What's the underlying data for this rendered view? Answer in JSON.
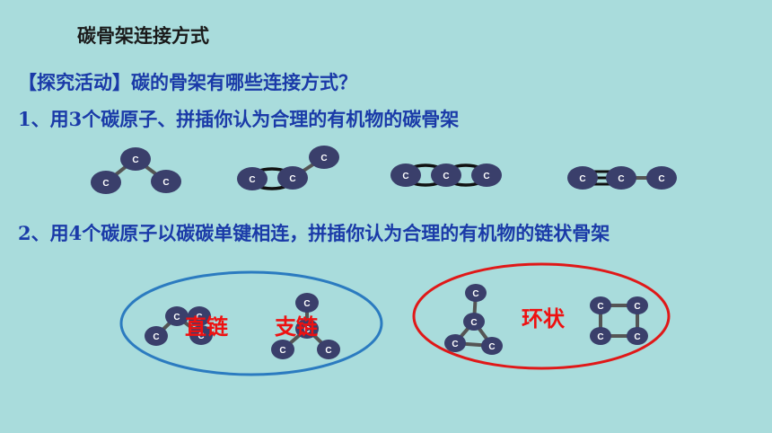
{
  "slide": {
    "title": "碳骨架连接方式",
    "activity": "【探究活动】碳的骨架有哪些连接方式？",
    "task1": {
      "num": "1",
      "sep": "、",
      "pre": "用",
      "count": "3",
      "post": "个碳原子、拼插你认为合理的有机物的碳骨架"
    },
    "task2": {
      "num": "2",
      "sep": "、",
      "pre": "用",
      "count": "4",
      "post": "个碳原子以碳碳单键相连，拼插你认为合理的有机物的链状骨架"
    },
    "atom_symbol": "C",
    "labels": {
      "straight": "直链",
      "branched": "支链",
      "ring": "环状"
    }
  },
  "colors": {
    "background": "#a9dcdc",
    "title_text": "#1a1a1a",
    "body_text": "#1a3aa8",
    "atom": "#3a3f6b",
    "bond_single": "#555555",
    "bond_multi": "#111111",
    "ellipse_blue": "#2b7bc0",
    "ellipse_red": "#e01818",
    "label_red": "#ee1111"
  }
}
